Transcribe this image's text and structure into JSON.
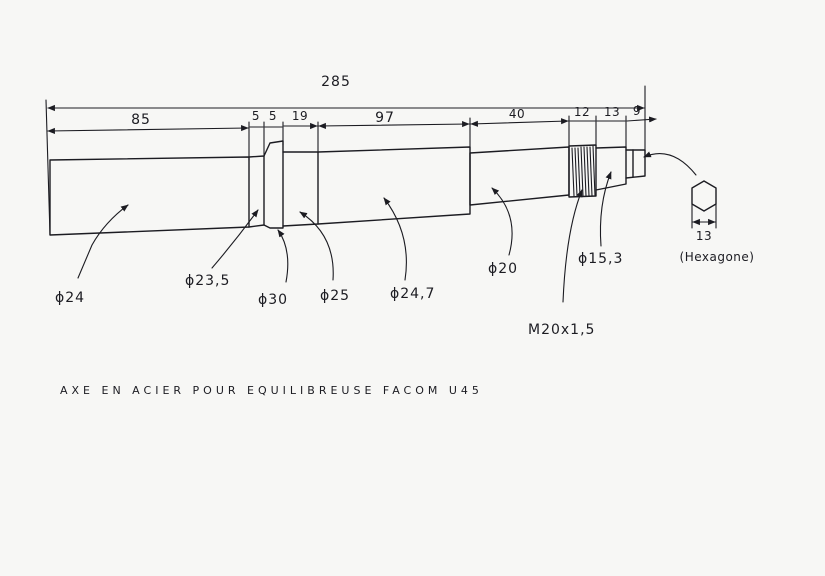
{
  "dimensions": {
    "total": "285",
    "d85": "85",
    "d5a": "5",
    "d5b": "5",
    "d19": "19",
    "d97": "97",
    "d40": "40",
    "d12": "12",
    "d13": "13",
    "d9": "9"
  },
  "diameters": {
    "d24": "ϕ24",
    "d23_5": "ϕ23,5",
    "d30": "ϕ30",
    "d25": "ϕ25",
    "d24_7": "ϕ24,7",
    "d20": "ϕ20",
    "d15_3": "ϕ15,3"
  },
  "thread": "M20x1,5",
  "hexagon": {
    "size": "13",
    "label": "(Hexagone)"
  },
  "caption": "AXE EN ACIER POUR EQUILIBREUSE FACOM U45"
}
